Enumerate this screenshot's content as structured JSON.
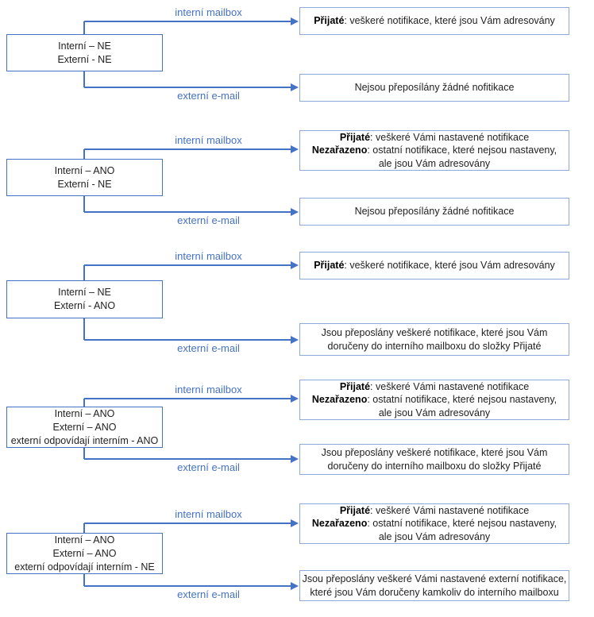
{
  "arrow_labels": {
    "internal_mailbox": "interní mailbox",
    "external_email": "externí e-mail"
  },
  "colors": {
    "accent_blue": "#4472C4",
    "outcome_box_border": "#8EAADC",
    "text": "#222222"
  },
  "groups": [
    {
      "settings_lines": [
        "Interní – NE",
        "Externí - NE"
      ],
      "mailbox_outcome_lines": [
        {
          "bold": "Přijaté",
          "text": ": veškeré notifikace, které jsou Vám adresovány"
        }
      ],
      "email_outcome_lines": [
        {
          "text": "Nejsou přeposílány žádné nofitikace"
        }
      ]
    },
    {
      "settings_lines": [
        "Interní – ANO",
        "Externí - NE"
      ],
      "mailbox_outcome_lines": [
        {
          "bold": "Přijaté",
          "text": ": veškeré Vámi nastavené notifikace"
        },
        {
          "bold": "Nezařazeno",
          "text": ": ostatní notifikace, které nejsou nastaveny,"
        },
        {
          "text": "ale jsou Vám adresovány"
        }
      ],
      "email_outcome_lines": [
        {
          "text": "Nejsou přeposílány žádné nofitikace"
        }
      ]
    },
    {
      "settings_lines": [
        "Interní – NE",
        "Externí - ANO"
      ],
      "mailbox_outcome_lines": [
        {
          "bold": "Přijaté",
          "text": ": veškeré notifikace, které jsou Vám adresovány"
        }
      ],
      "email_outcome_lines": [
        {
          "text": "Jsou přeposlány veškeré notifikace, které jsou Vám"
        },
        {
          "text": "doručeny do interního mailboxu do složky Přijaté"
        }
      ]
    },
    {
      "settings_lines": [
        "Interní – ANO",
        "Externí – ANO",
        "externí odpovídají interním - ANO"
      ],
      "mailbox_outcome_lines": [
        {
          "bold": "Přijaté",
          "text": ": veškeré Vámi nastavené notifikace"
        },
        {
          "bold": "Nezařazeno",
          "text": ": ostatní notifikace, které nejsou nastaveny,"
        },
        {
          "text": "ale jsou Vám adresovány"
        }
      ],
      "email_outcome_lines": [
        {
          "text": "Jsou přeposlány veškeré notifikace, které jsou Vám"
        },
        {
          "text": "doručeny do interního mailboxu do složky Přijaté"
        }
      ]
    },
    {
      "settings_lines": [
        "Interní – ANO",
        "Externí – ANO",
        "externí odpovídají interním - NE"
      ],
      "mailbox_outcome_lines": [
        {
          "bold": "Přijaté",
          "text": ": veškeré Vámi nastavené notifikace"
        },
        {
          "bold": "Nezařazeno",
          "text": ": ostatní notifikace, které nejsou nastaveny,"
        },
        {
          "text": "ale jsou Vám adresovány"
        }
      ],
      "email_outcome_lines": [
        {
          "text": "Jsou přeposlány veškeré Vámi nastavené externí notifikace,"
        },
        {
          "text": "které jsou Vám doručeny kamkoliv do interního mailboxu"
        }
      ]
    }
  ]
}
